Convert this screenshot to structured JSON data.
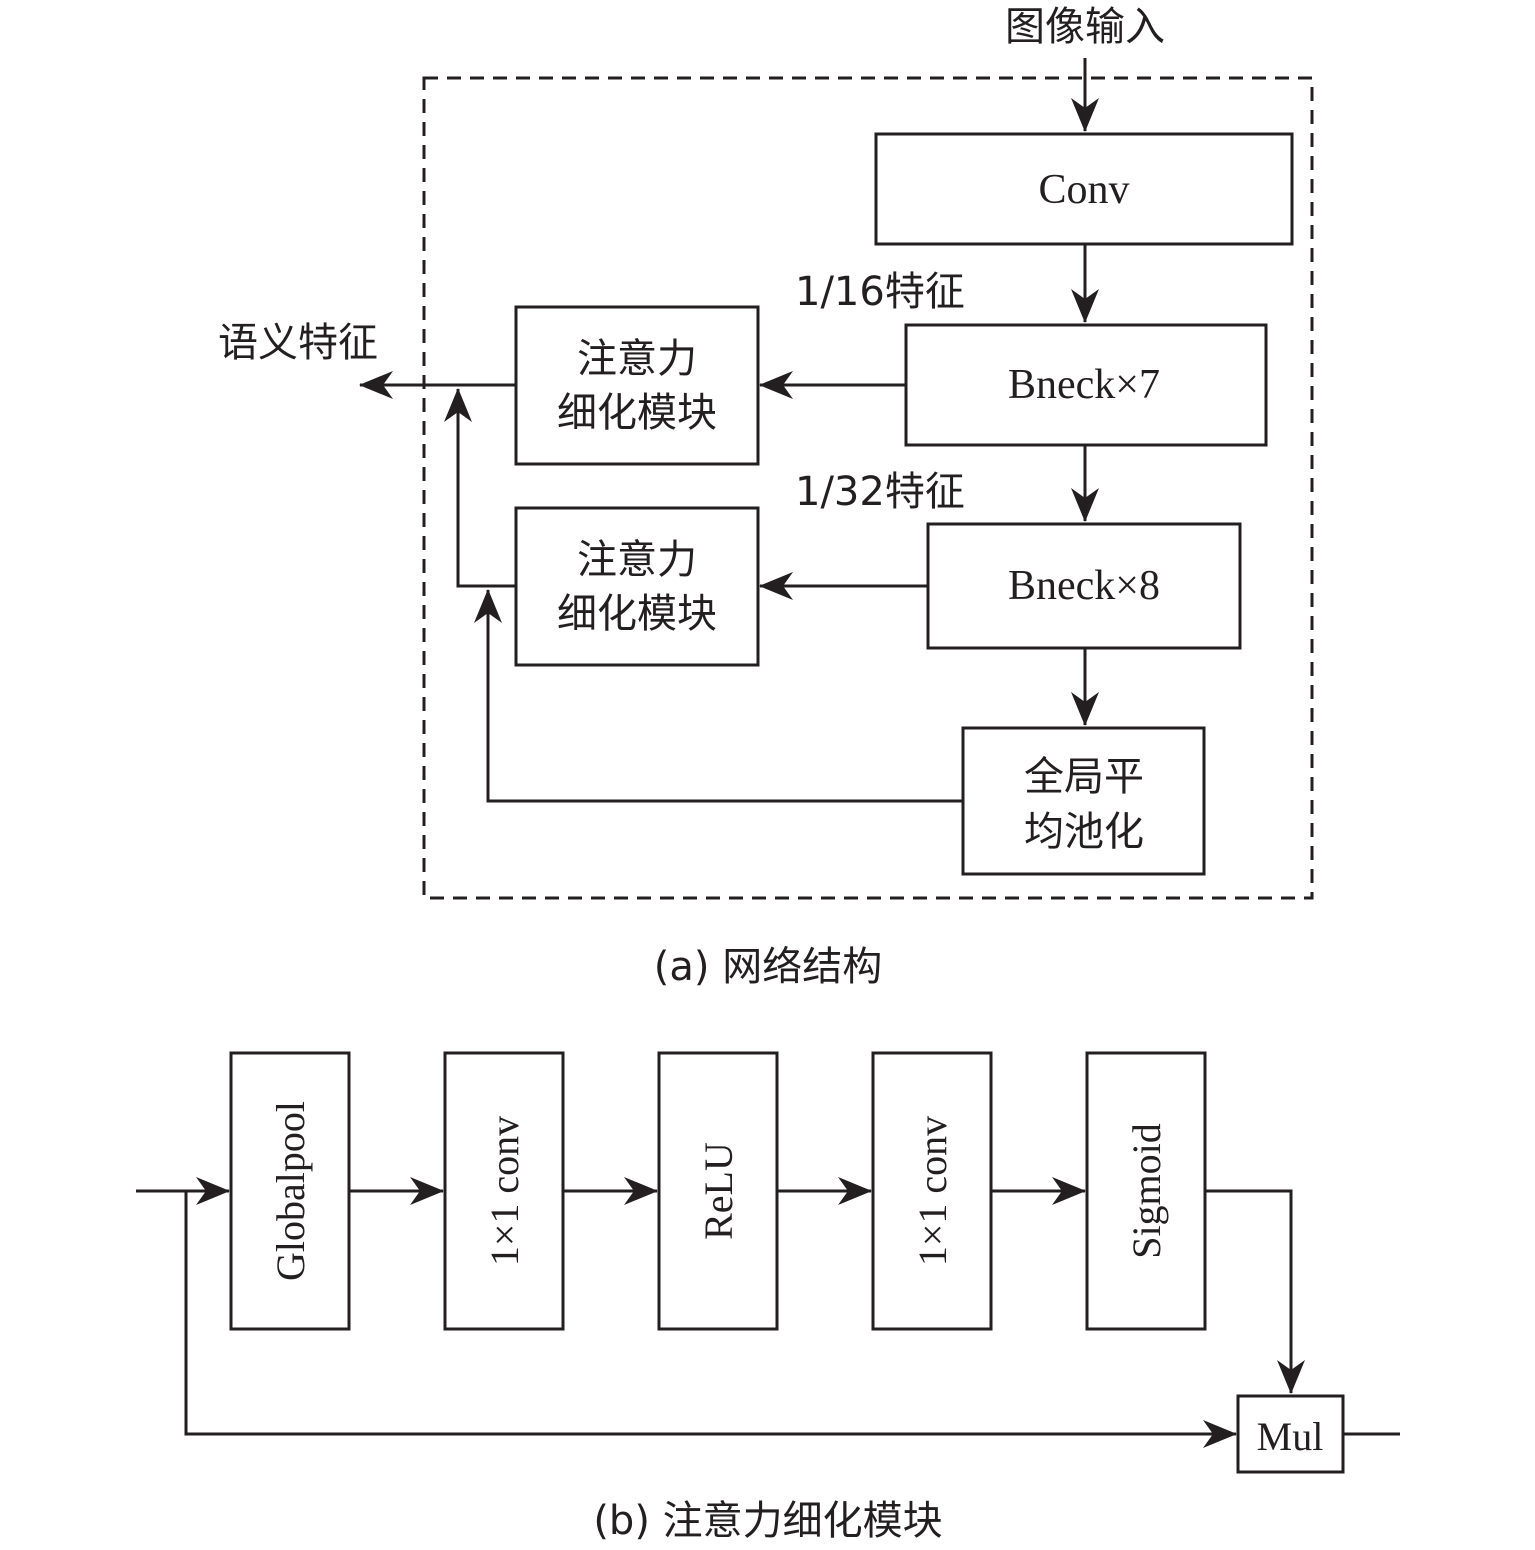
{
  "diagram_a": {
    "input_label": "图像输入",
    "output_label": "语义特征",
    "conv": "Conv",
    "bneck7": "Bneck×7",
    "bneck8": "Bneck×8",
    "feat16": "1/16特征",
    "feat32": "1/32特征",
    "arm_top": [
      "注意力",
      "细化模块"
    ],
    "arm_bottom": [
      "注意力",
      "细化模块"
    ],
    "gap": [
      "全局平",
      "均池化"
    ],
    "caption": "(a) 网络结构"
  },
  "diagram_b": {
    "globalpool": "Globalpool",
    "conv1": "1×1 conv",
    "relu": "ReLU",
    "conv2": "1×1 conv",
    "sigmoid": "Sigmoid",
    "mul": "Mul",
    "caption": "(b) 注意力细化模块"
  }
}
